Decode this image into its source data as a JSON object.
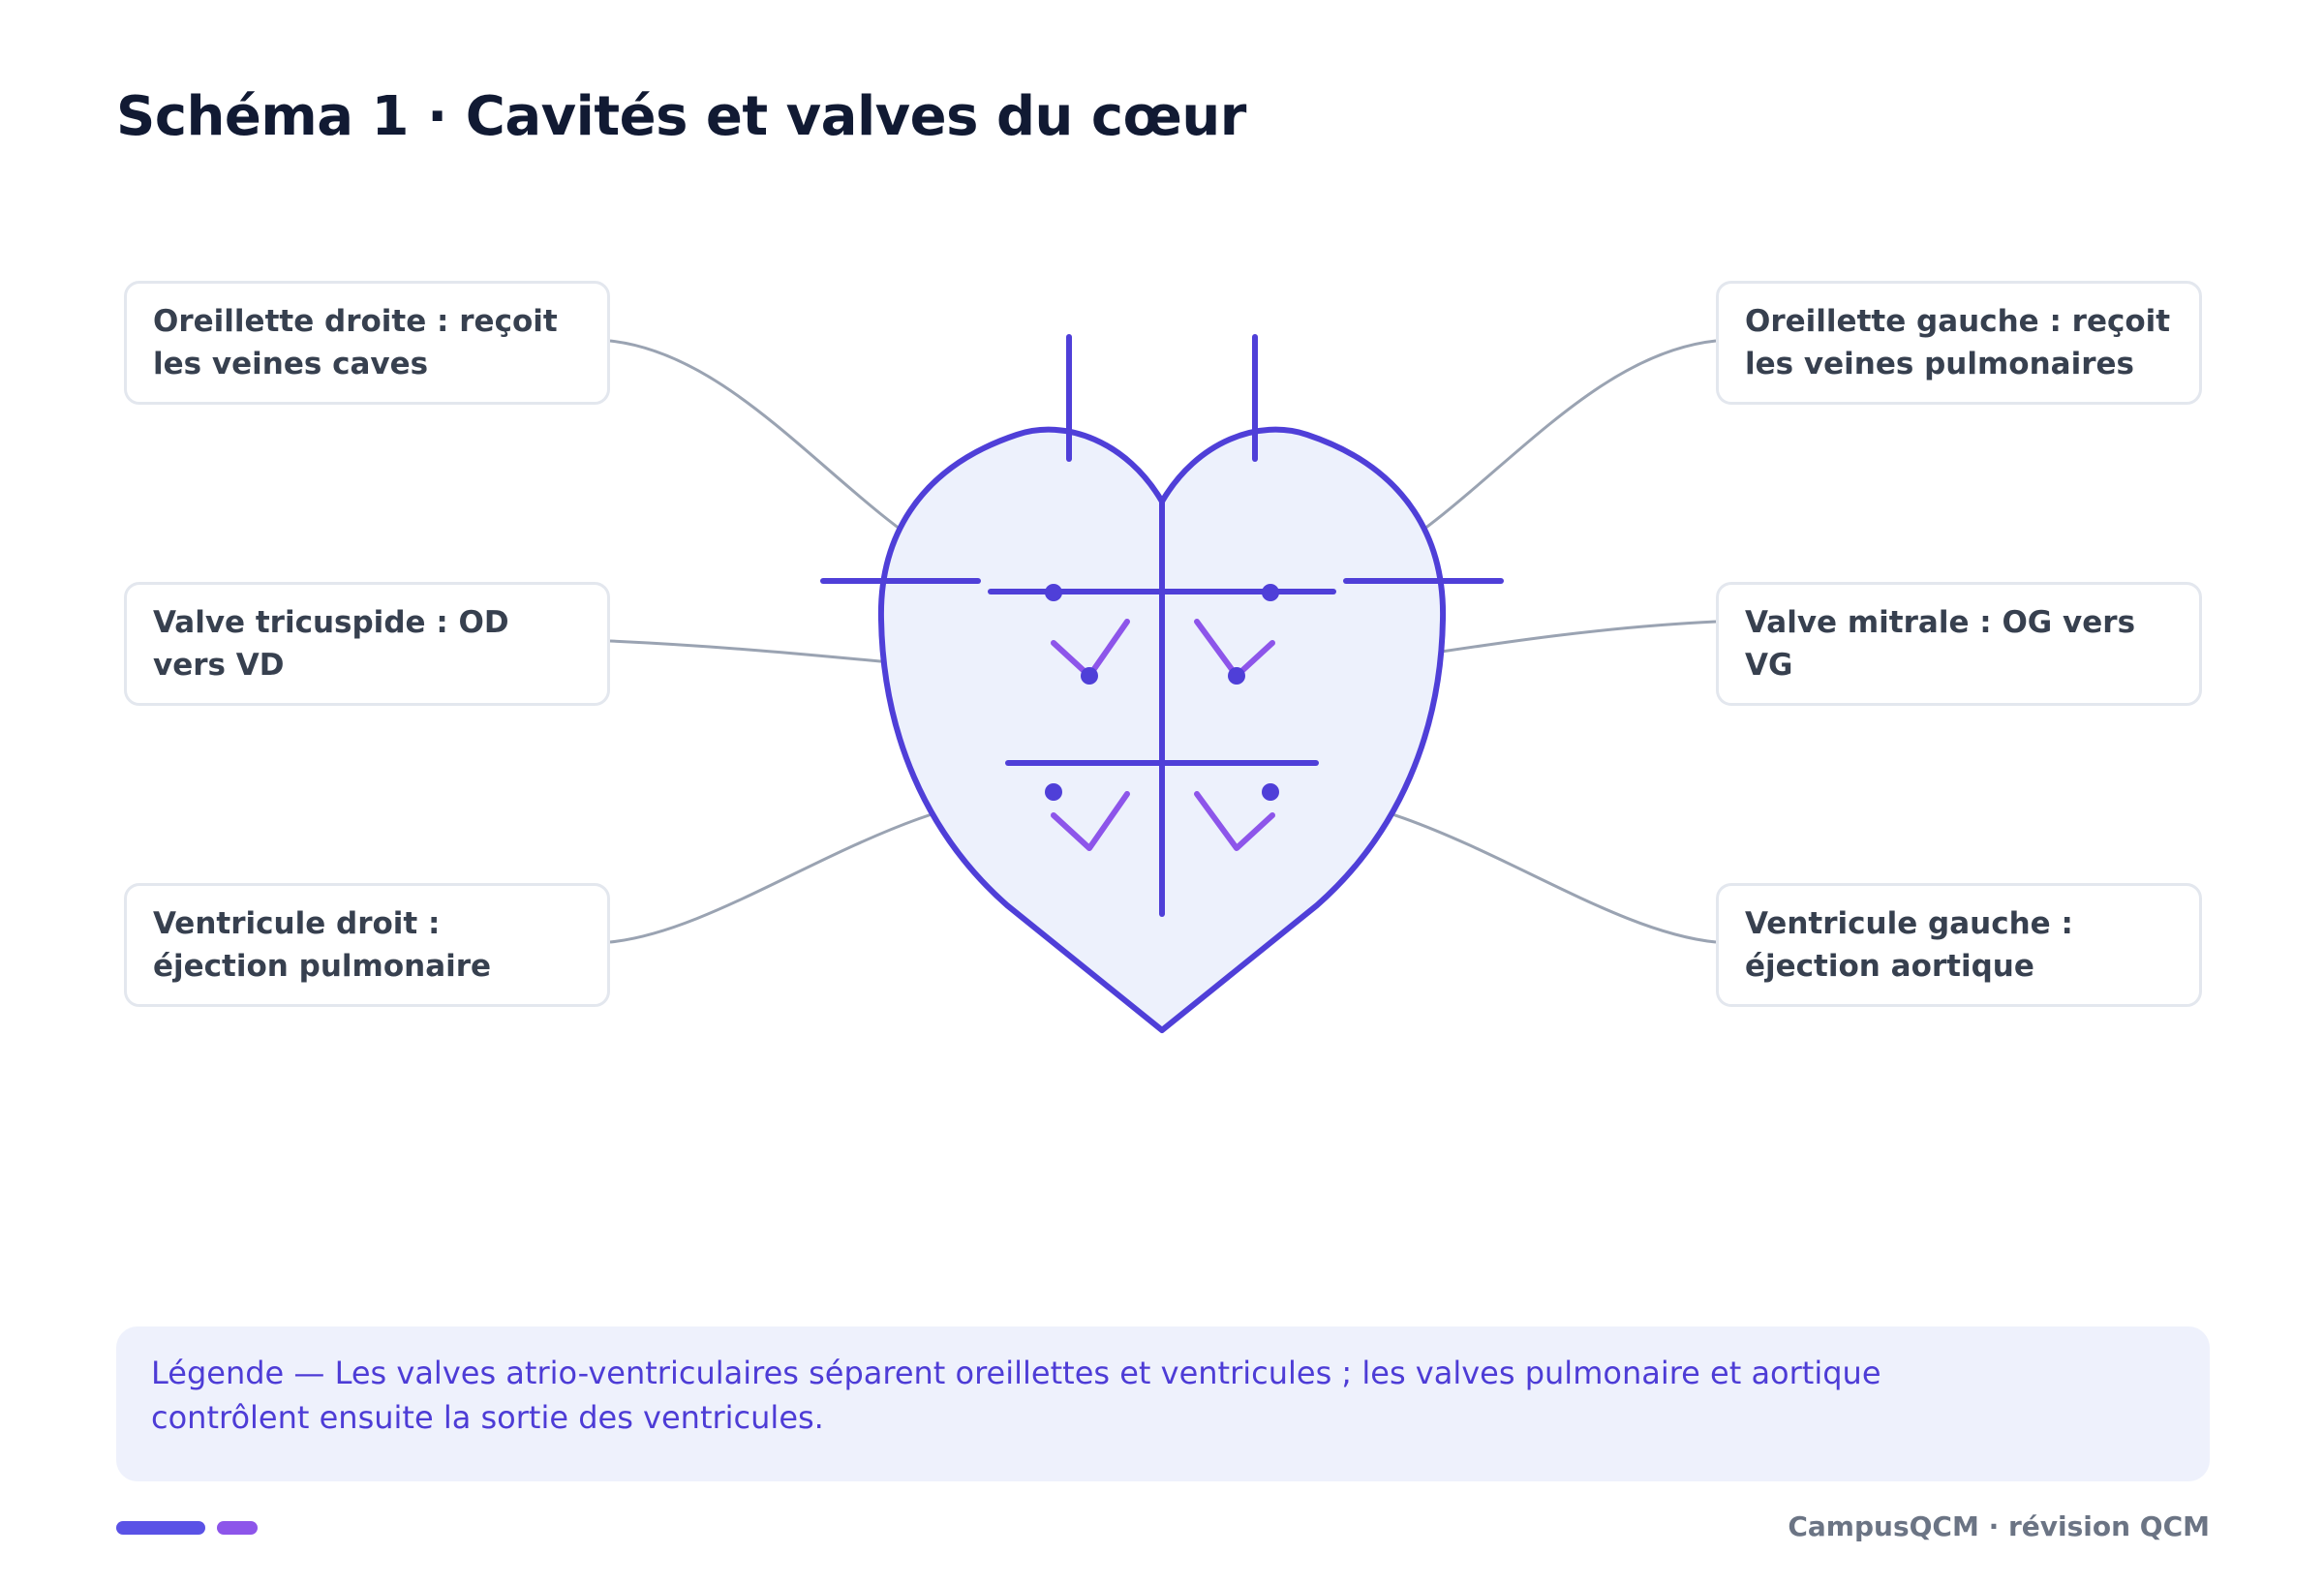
{
  "title": "Schéma 1 · Cavités et valves du cœur",
  "colors": {
    "accent": "#4f3fd8",
    "accent_light": "#8d55ea",
    "heart_fill": "#edf1fc",
    "leader_line": "#9aa3b2",
    "title": "#111a33",
    "label_text": "#37404f",
    "legend_bg": "#eef1fc",
    "legend_text": "#4d3cd6"
  },
  "labels": {
    "left": [
      {
        "text": "Oreillette droite : reçoit les veines caves"
      },
      {
        "text": "Valve tricuspide : OD vers VD"
      },
      {
        "text": "Ventricule droit : éjection pulmonaire"
      }
    ],
    "right": [
      {
        "text": "Oreillette gauche : reçoit les veines pulmonaires"
      },
      {
        "text": "Valve mitrale : OG vers VG"
      },
      {
        "text": "Ventricule gauche : éjection aortique"
      }
    ]
  },
  "legend": {
    "text": "Légende — Les valves atrio-ventriculaires séparent oreillettes et ventricules ; les valves pulmonaire et aortique contrôlent ensuite la sortie des ventricules."
  },
  "footer": {
    "brand": "CampusQCM · révision QCM"
  }
}
